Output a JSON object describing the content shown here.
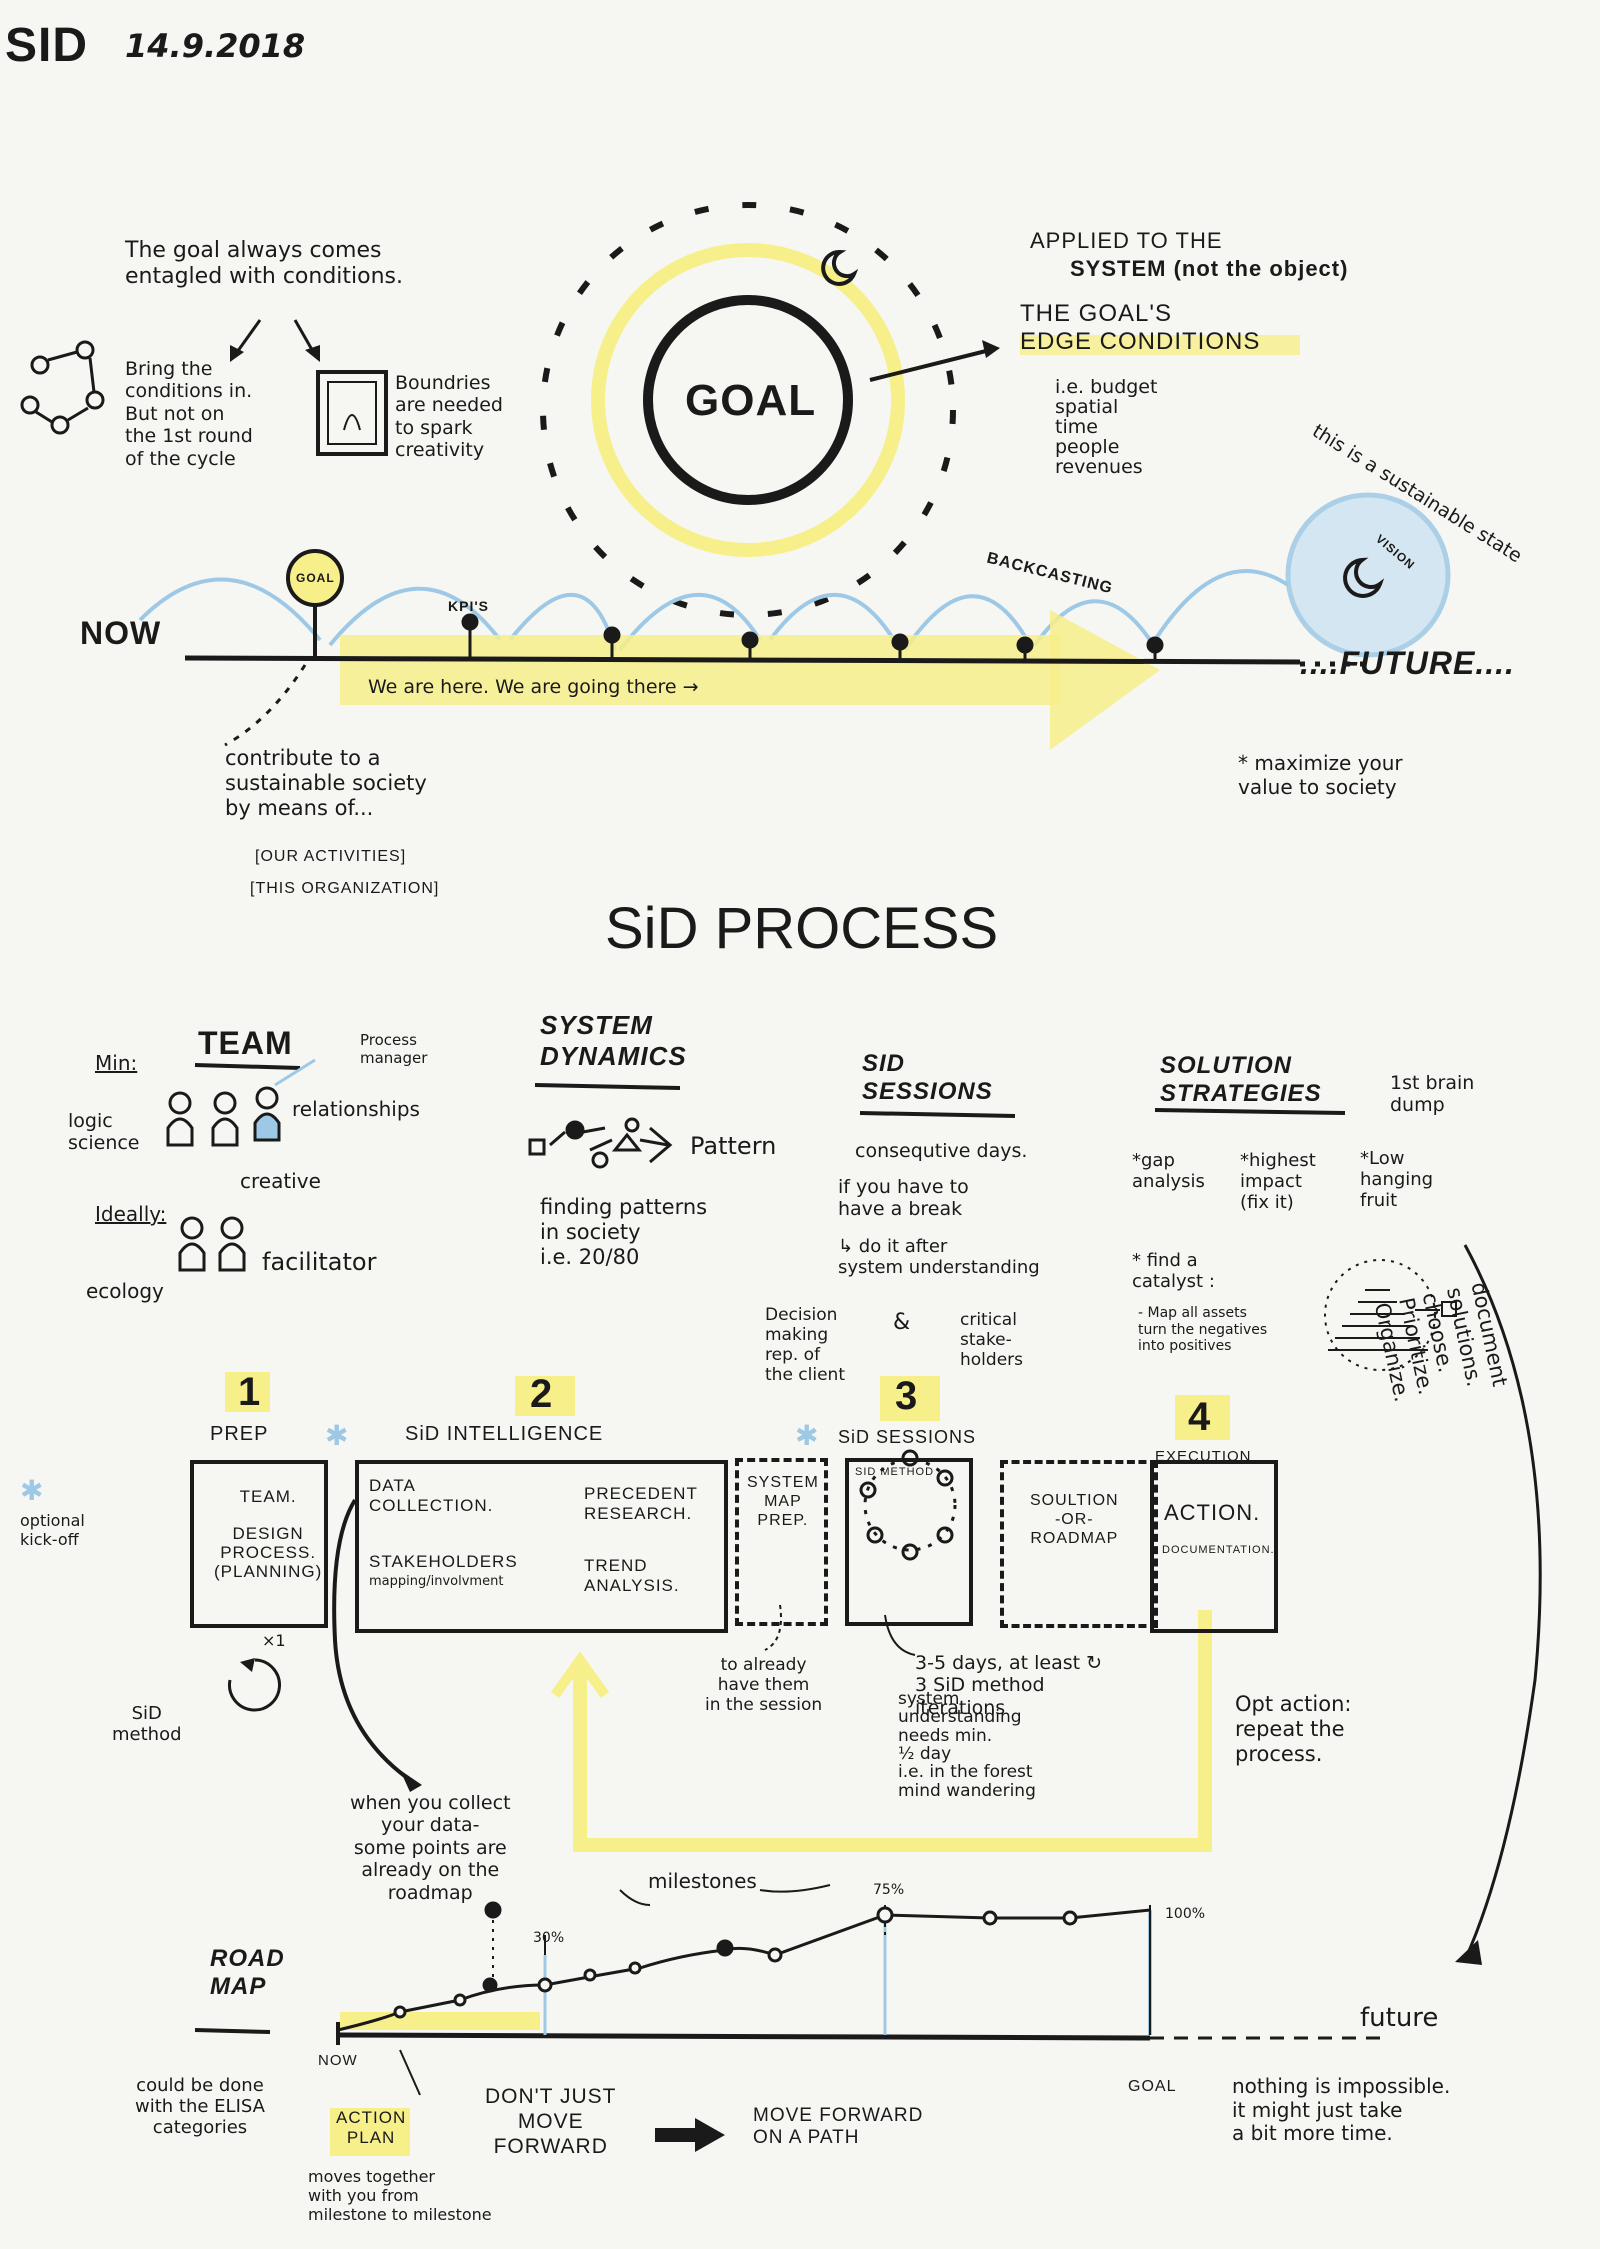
{
  "header": {
    "logo": "SiD",
    "date": "14.9.2018"
  },
  "goal_section": {
    "intro": "The goal always comes\nentagled with conditions.",
    "bring_conditions": "Bring the\nconditions in.\nBut not on\nthe 1st round\nof the cycle",
    "boundaries": "Boundries\nare needed\nto spark\ncreativity",
    "goal_label": "GOAL",
    "applied_to": "APPLIED TO THE",
    "system": "SYSTEM (not the object)",
    "edge_conditions": "THE GOAL'S\nEDGE CONDITIONS",
    "conditions": "i.e. budget\n      spatial\n      time\n      people\n      revenues",
    "sustainable": "this is a sustainable state",
    "vision": "VISION",
    "now": "NOW",
    "future": "....FUTURE....",
    "kpis": "KPI'S",
    "backcasting": "BACKCASTING",
    "goal_sign": "GOAL",
    "arrow_text": "We are here. We are going there →",
    "contribute": "contribute to a\nsustainable society\nby means of...",
    "our_activities": "[OUR ACTIVITIES]",
    "this_org": "[THIS ORGANIZATION]",
    "maximize": "* maximize your\n   value to society"
  },
  "process": {
    "title": "SiD PROCESS",
    "team": {
      "heading": "TEAM",
      "min": "Min:",
      "process_manager": "Process\nmanager",
      "logic": "logic\nscience",
      "relationships": "relationships",
      "creative": "creative",
      "ideally": "Ideally:",
      "facilitator": "facilitator",
      "ecology": "ecology"
    },
    "system_dynamics": {
      "heading": "SYSTEM\nDYNAMICS",
      "pattern": "Pattern",
      "finding": "finding patterns\nin society\ni.e. 20/80"
    },
    "sid_sessions": {
      "heading": "SiD\nSESSIONS",
      "consecutive": "consequtive days.",
      "break": "if you have to\nhave a break",
      "do_after": "↳ do it after\n   system understanding",
      "decision": "Decision\nmaking\nrep. of\nthe client",
      "amp": "&",
      "critical": "critical\nstake-\nholders"
    },
    "solution_strategies": {
      "heading": "SOLUTION\nSTRATEGIES",
      "brain_dump": "1st  brain\n       dump",
      "gap": "*gap\nanalysis",
      "highest": "*highest\n impact\n (fix it)",
      "low": "*Low\nhanging\nfruit",
      "catalyst": "* find a\n   catalyst :",
      "map_assets": "- Map all assets\n  turn the negatives\n  into positives"
    },
    "steps": [
      {
        "number": "1",
        "label": "PREP"
      },
      {
        "number": "2",
        "label": "SiD  INTELLIGENCE"
      },
      {
        "number": "3",
        "label": "SiD SESSIONS"
      },
      {
        "number": "4",
        "label": "EXECUTION"
      }
    ],
    "optional": "optional\nkick-off",
    "prep_box": "TEAM.\n\nDESIGN\nPROCESS.\n(planning)",
    "intel_box": {
      "data": "DATA\nCOLLECTION.",
      "precedent": "PRECEDENT\nRESEARCH.",
      "stakeholders": "STAKEHOLDERS",
      "mapping": "mapping/involvment",
      "trend": "TREND\nANALYSIS."
    },
    "system_map_box": "SYSTEM\nMAP\nPREP.",
    "sid_method_label": "SID METHOD",
    "solution_box": "SOULTION\n-OR-\nROADMAP",
    "action_box": "ACTION.",
    "documentation": "DOCUMENTATION.",
    "sid_method": "SiD\nmethod",
    "x1": "×1",
    "already_have": "to already\nhave them\nin the session",
    "days": "3-5 days, at least ↻\n          3 SiD method\n            iterations",
    "system_understanding": "system\nunderstanding\nneeds min.\n½ day\ni.e. in the forest\n     mind wandering",
    "opt_action": "Opt action:\n   repeat the\n     process.",
    "document_solutions": "document solutions. choose. Prioritize. Organize.",
    "collect_data": "when you collect\nyour data-\nsome points are\nalready on the\nroadmap"
  },
  "roadmap": {
    "heading": "ROAD\nMAP",
    "milestones": "milestones",
    "p30": "30%",
    "p75": "75%",
    "p100": "100%",
    "now": "NOW",
    "goal": "GOAL",
    "future": "future",
    "elisa": "could be done\nwith the ELISA\ncategories",
    "action_plan": "ACTION\nPLAN",
    "moves_together": "moves together\nwith you from\nmilestone to milestone",
    "dont_just": "DON'T JUST\nMOVE\nFORWARD",
    "move_forward": "MOVE FORWARD\nON A PATH",
    "impossible": "nothing is impossible.\nit might just take\na bit more time."
  },
  "colors": {
    "ink": "#1a1a1a",
    "highlight": "#f7ef8a",
    "blue": "#9ec9e6",
    "paper": "#f6f6f3"
  }
}
